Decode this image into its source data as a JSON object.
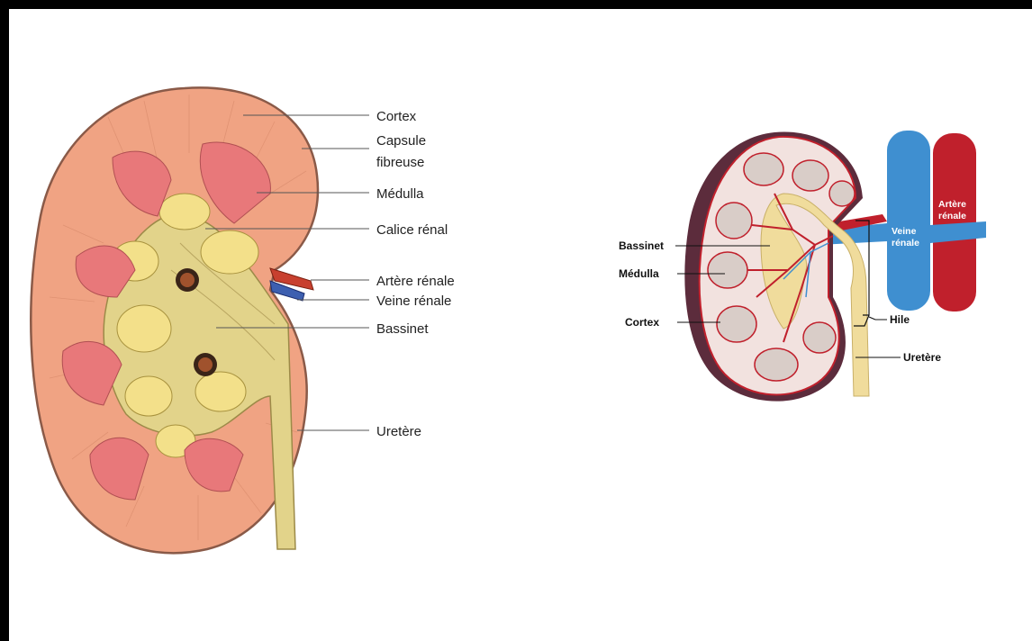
{
  "left_figure": {
    "labels": {
      "cortex": "Cortex",
      "capsule_line1": "Capsule",
      "capsule_line2": "fibreuse",
      "medulla": "Médulla",
      "calice": "Calice rénal",
      "artere": "Artère rénale",
      "veine": "Veine rénale",
      "bassinet": "Bassinet",
      "uretere": "Uretère"
    }
  },
  "right_figure": {
    "labels": {
      "bassinet": "Bassinet",
      "medulla": "Médulla",
      "cortex": "Cortex",
      "hile": "Hile",
      "uretere": "Uretère",
      "veine_line1": "Veine",
      "veine_line2": "rénale",
      "artere_line1": "Artère",
      "artere_line2": "rénale"
    }
  },
  "colors": {
    "frame": "#000000",
    "cortex_left": "#f0a383",
    "medulla_left": "#e8787a",
    "pelvis_left": "#e2d38a",
    "vein_blue": "#3f8fd0",
    "artery_red": "#c0202c",
    "pelvis_right": "#f0dc9c"
  }
}
